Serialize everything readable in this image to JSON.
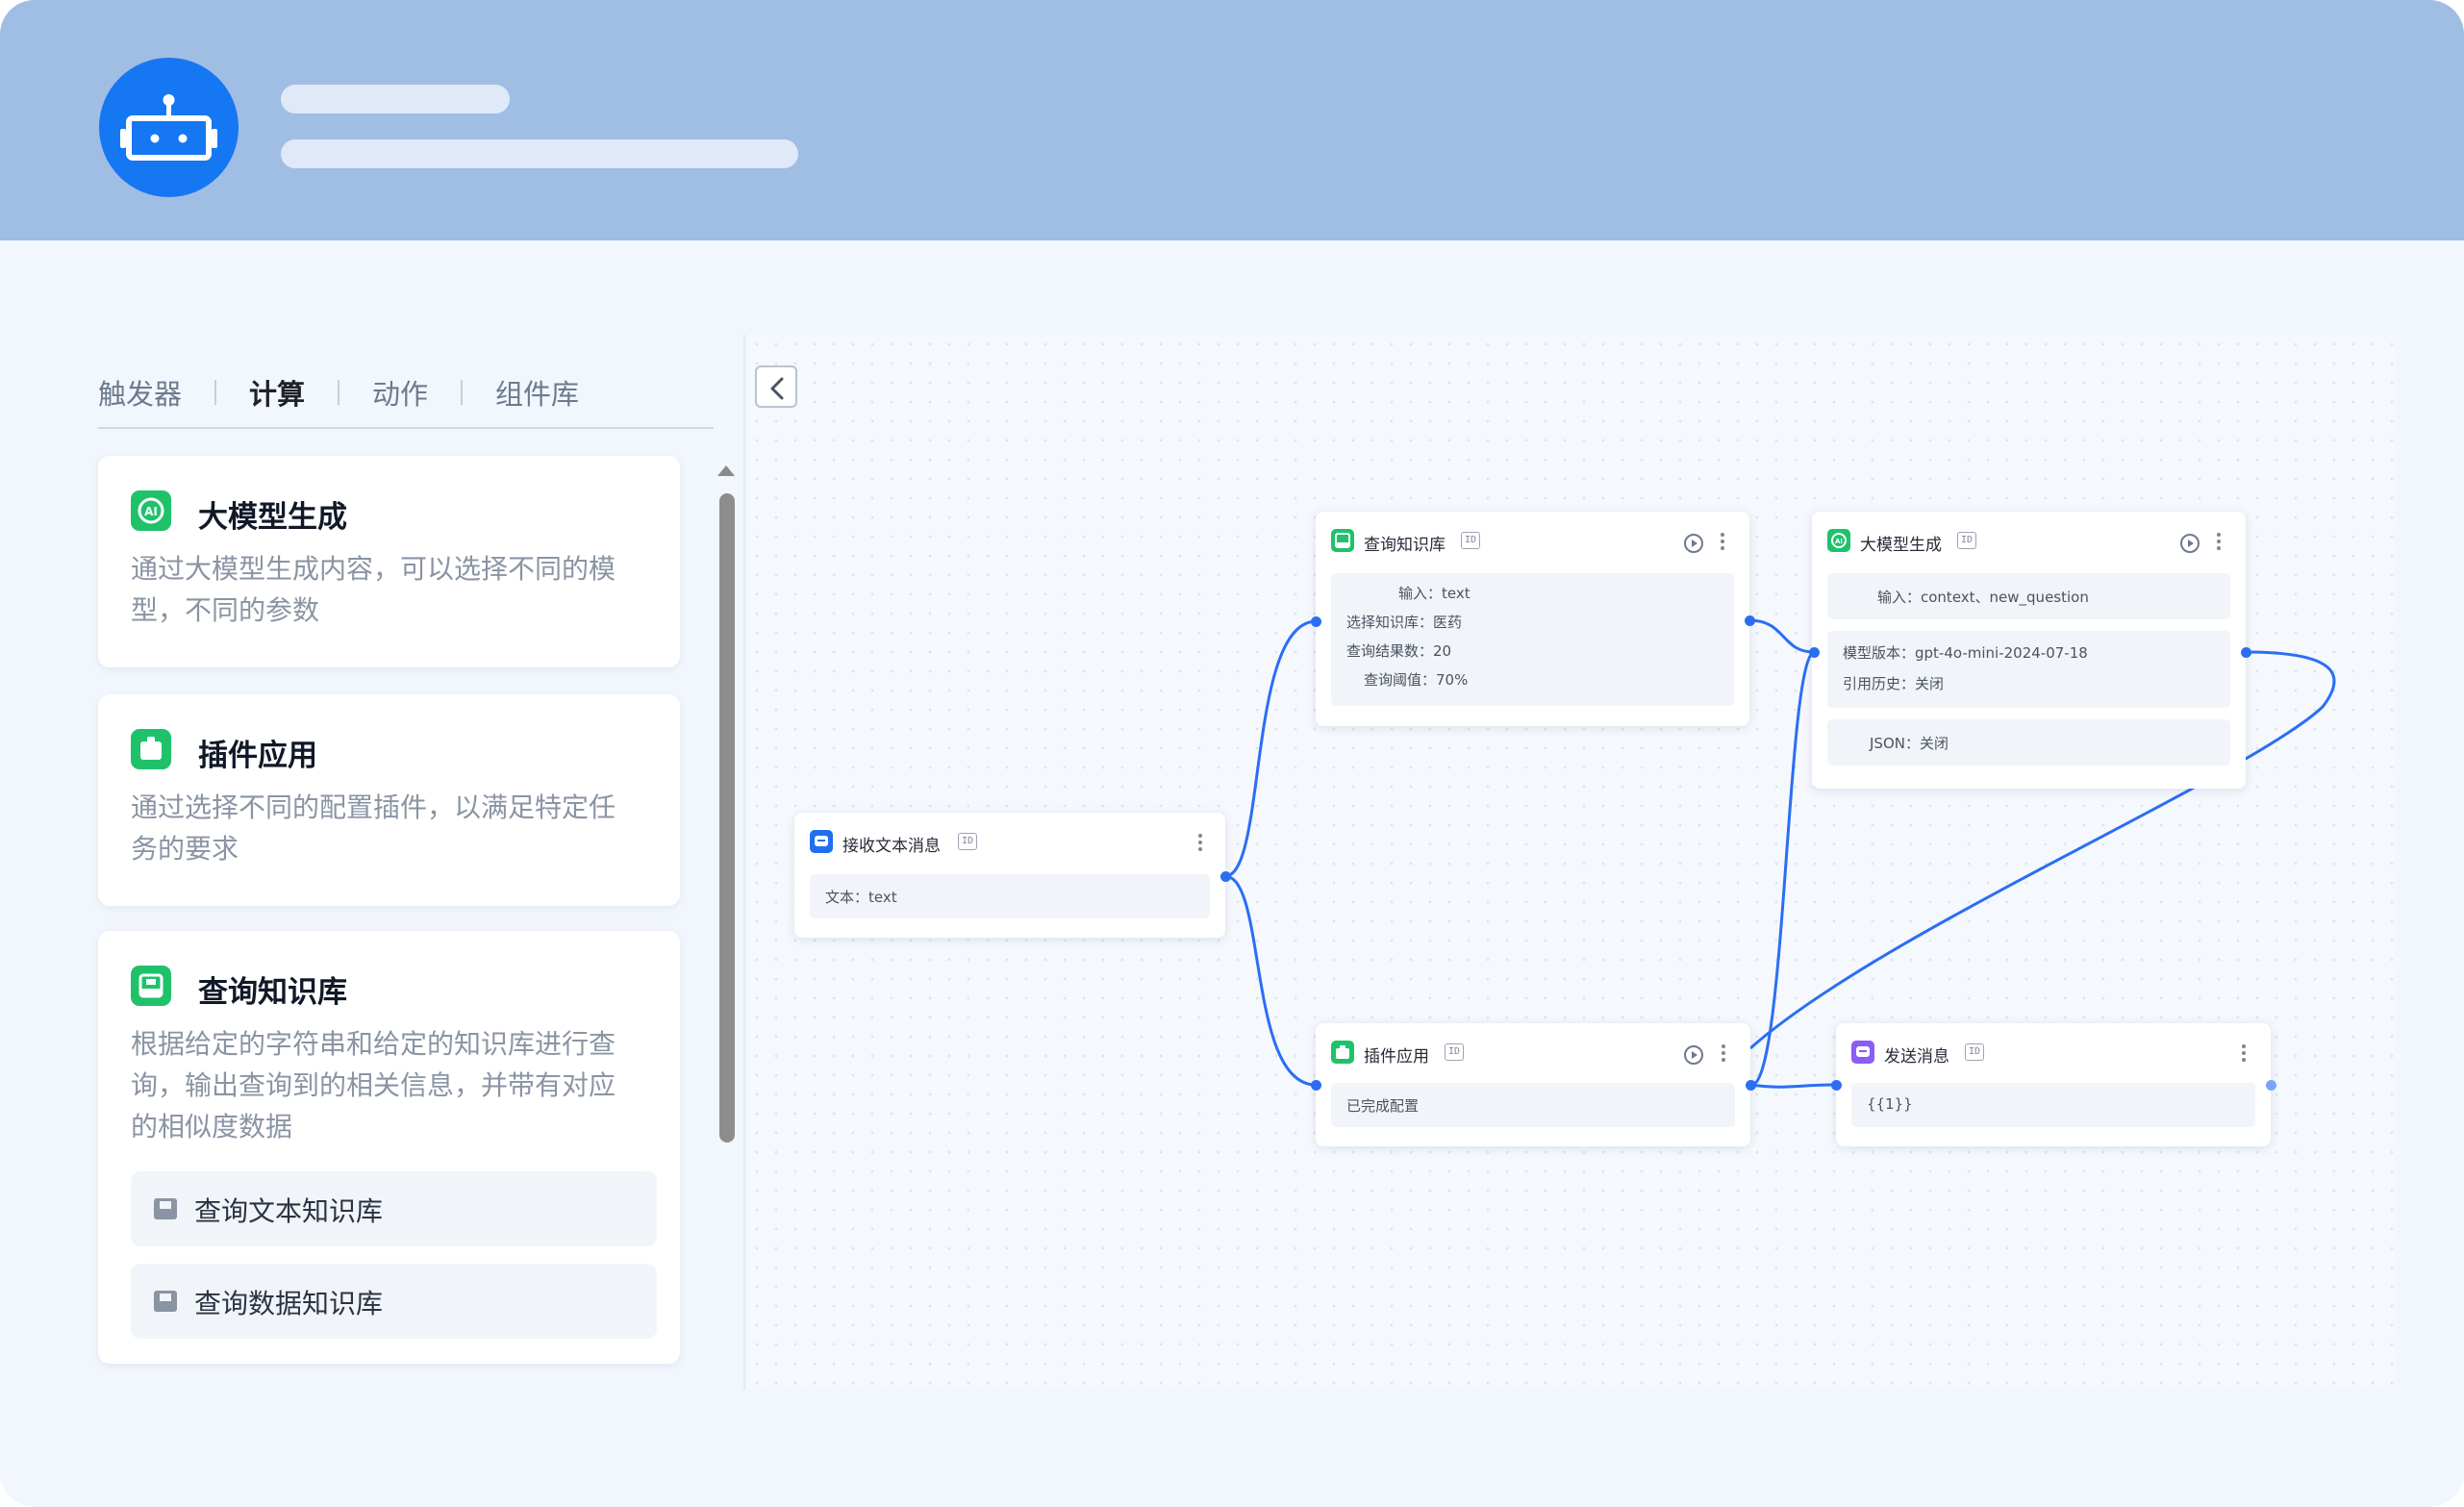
{
  "panel": {
    "tabs": [
      {
        "label": "触发器",
        "active": false
      },
      {
        "label": "计算",
        "active": true
      },
      {
        "label": "动作",
        "active": false
      },
      {
        "label": "组件库",
        "active": false
      }
    ],
    "cards": [
      {
        "title": "大模型生成",
        "icon": "ai-model-icon",
        "desc_lines": [
          "通过大模型生成内容，可以选择不同的模",
          "型，不同的参数"
        ]
      },
      {
        "title": "插件应用",
        "icon": "plugin-icon",
        "desc_lines": [
          "通过选择不同的配置插件，以满足特定任",
          "务的要求"
        ]
      },
      {
        "title": "查询知识库",
        "icon": "knowledge-base-icon",
        "desc_lines": [
          "根据给定的字符串和给定的知识库进行查",
          "询，输出查询到的相关信息，并带有对应",
          "的相似度数据"
        ],
        "sub_items": [
          "查询文本知识库",
          "查询数据知识库"
        ]
      }
    ]
  },
  "canvas": {
    "nodes": {
      "receive": {
        "title": "接收文本消息",
        "badge": "ID",
        "text_line": "文本：text"
      },
      "kb": {
        "title": "查询知识库",
        "badge": "ID",
        "lines": [
          "输入：text",
          "选择知识库：医药",
          "查询结果数：20",
          "查询阈值：70%"
        ]
      },
      "llm": {
        "title": "大模型生成",
        "badge": "ID",
        "input_line": "输入：context、new_question",
        "model_line": "模型版本：gpt-4o-mini-2024-07-18",
        "history_line": "引用历史：关闭",
        "json_line": "JSON：关闭"
      },
      "plugin": {
        "title": "插件应用",
        "badge": "ID",
        "text_line": "已完成配置"
      },
      "send": {
        "title": "发送消息",
        "badge": "ID",
        "text_line": "{{1}}"
      }
    }
  },
  "colors": {
    "header_bg": "#a0bde4",
    "accent_blue": "#1677f2",
    "edge_blue": "#2b6ef3",
    "green_icon": "#1fc26b",
    "purple_icon": "#8b5cf6"
  }
}
